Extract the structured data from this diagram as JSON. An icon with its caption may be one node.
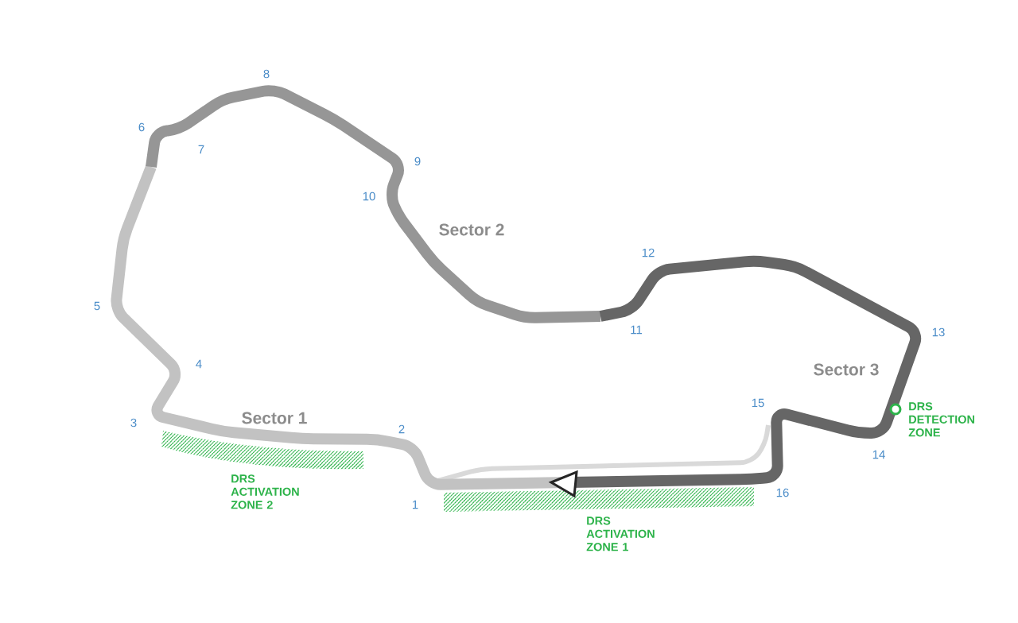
{
  "diagram": {
    "labels": [
      "8",
      "6",
      "7",
      "9",
      "10",
      "Sector 2",
      "12",
      "5",
      "11",
      "13",
      "4",
      "Sector 3",
      "15",
      "DRS DETECTION ZONE",
      "Sector 1",
      "3",
      "2",
      "14",
      "16",
      "1",
      "DRS ACTIVATION ZONE 2",
      "DRS ACTIVATION ZONE 1"
    ]
  }
}
